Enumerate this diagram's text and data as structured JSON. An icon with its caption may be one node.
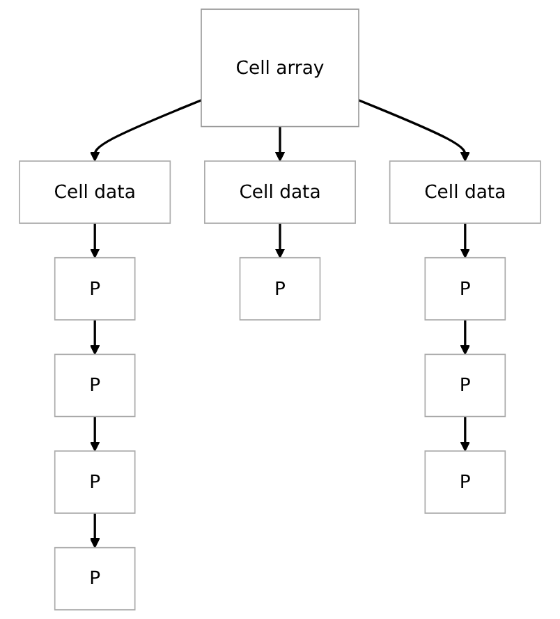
{
  "diagram": {
    "nodes": [
      {
        "text": [
          "Cell array"
        ]
      },
      {
        "text": [
          "Cell data"
        ]
      },
      {
        "text": [
          "Cell data"
        ]
      },
      {
        "text": [
          "Cell data"
        ]
      },
      {
        "text": [
          "P"
        ]
      },
      {
        "text": [
          "P"
        ]
      },
      {
        "text": [
          "P"
        ]
      },
      {
        "text": [
          "P"
        ]
      },
      {
        "text": [
          "P"
        ]
      },
      {
        "text": [
          "P"
        ]
      },
      {
        "text": [
          "P"
        ]
      },
      {
        "text": [
          "P"
        ]
      }
    ],
    "edges": [
      {
        "from": 0,
        "to": 1,
        "arrow": "to"
      },
      {
        "from": 0,
        "to": 2,
        "arrow": "to"
      },
      {
        "from": 0,
        "to": 3,
        "arrow": "to"
      },
      {
        "from": 1,
        "to": 4,
        "arrow": "to"
      },
      {
        "from": 4,
        "to": 5,
        "arrow": "to"
      },
      {
        "from": 5,
        "to": 6,
        "arrow": "to"
      },
      {
        "from": 6,
        "to": 7,
        "arrow": "to"
      },
      {
        "from": 2,
        "to": 8,
        "arrow": "to"
      },
      {
        "from": 3,
        "to": 9,
        "arrow": "to"
      },
      {
        "from": 9,
        "to": 10,
        "arrow": "to"
      },
      {
        "from": 10,
        "to": 11,
        "arrow": "to"
      }
    ]
  }
}
